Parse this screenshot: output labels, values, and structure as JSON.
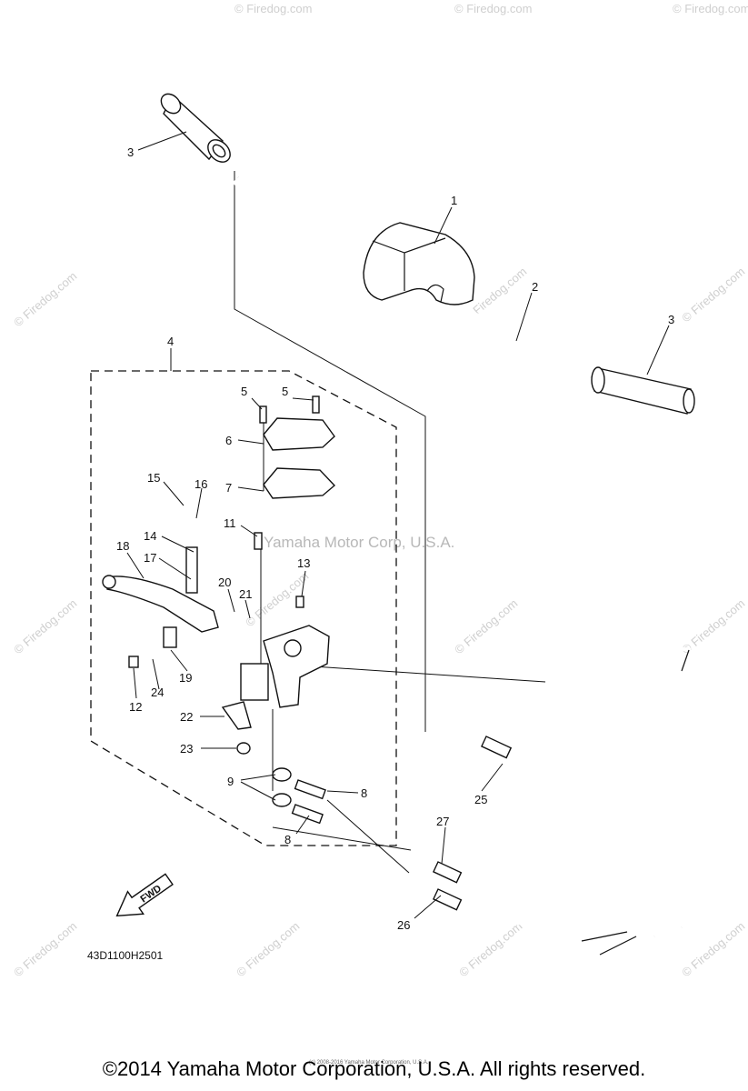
{
  "watermarks": [
    "© Firedog.com",
    "© Firedog.com",
    "© Firedog.com",
    "© Firedog.com",
    "© Firedog.com",
    "© Firedog.com",
    "© Firedog.com",
    "© Firedog.com",
    "© Firedog.com",
    "© Firedog.com",
    "© Firedog.com",
    "© Firedog.com",
    "© Firedog.com"
  ],
  "center_watermark": "Yamaha Motor Corp, U.S.A.",
  "fwd_label": "FWD",
  "diagram_code": "43D1100H2501",
  "fine_print": "(c) 2008-2016 Yamaha Motor Corporation, U.S.A.",
  "footer": "©2014 Yamaha Motor Corporation, U.S.A. All rights reserved.",
  "callouts": [
    "3",
    "1",
    "2",
    "3",
    "4",
    "5",
    "5",
    "6",
    "7",
    "15",
    "16",
    "14",
    "17",
    "18",
    "11",
    "13",
    "20",
    "21",
    "12",
    "24",
    "19",
    "22",
    "23",
    "9",
    "8",
    "8",
    "25",
    "27",
    "26"
  ]
}
